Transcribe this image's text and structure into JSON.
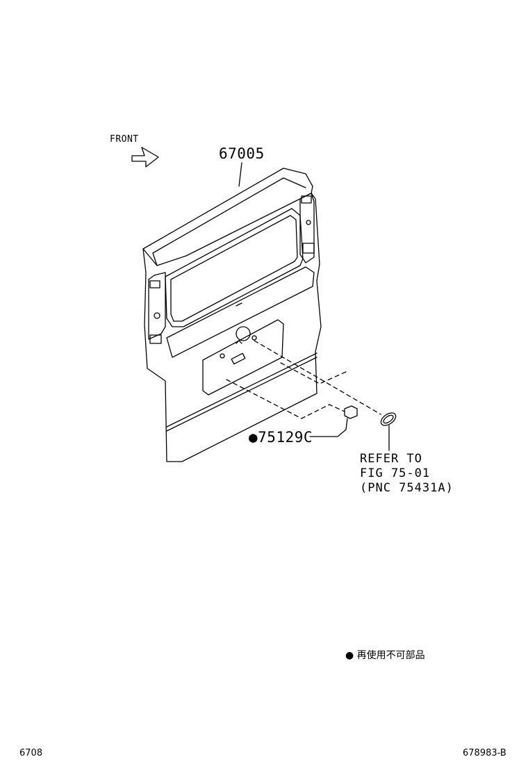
{
  "diagram": {
    "front_label": "FRONT",
    "part_number_door": "67005",
    "part_number_plug": "75129C",
    "plug_marker": "●",
    "refer_lines": [
      "REFER TO",
      "FIG 75-01",
      "(PNC 75431A)"
    ],
    "legend_marker": "●",
    "legend_text": "再使用不可部品",
    "footer_left": "6708",
    "footer_right": "678983-B"
  }
}
